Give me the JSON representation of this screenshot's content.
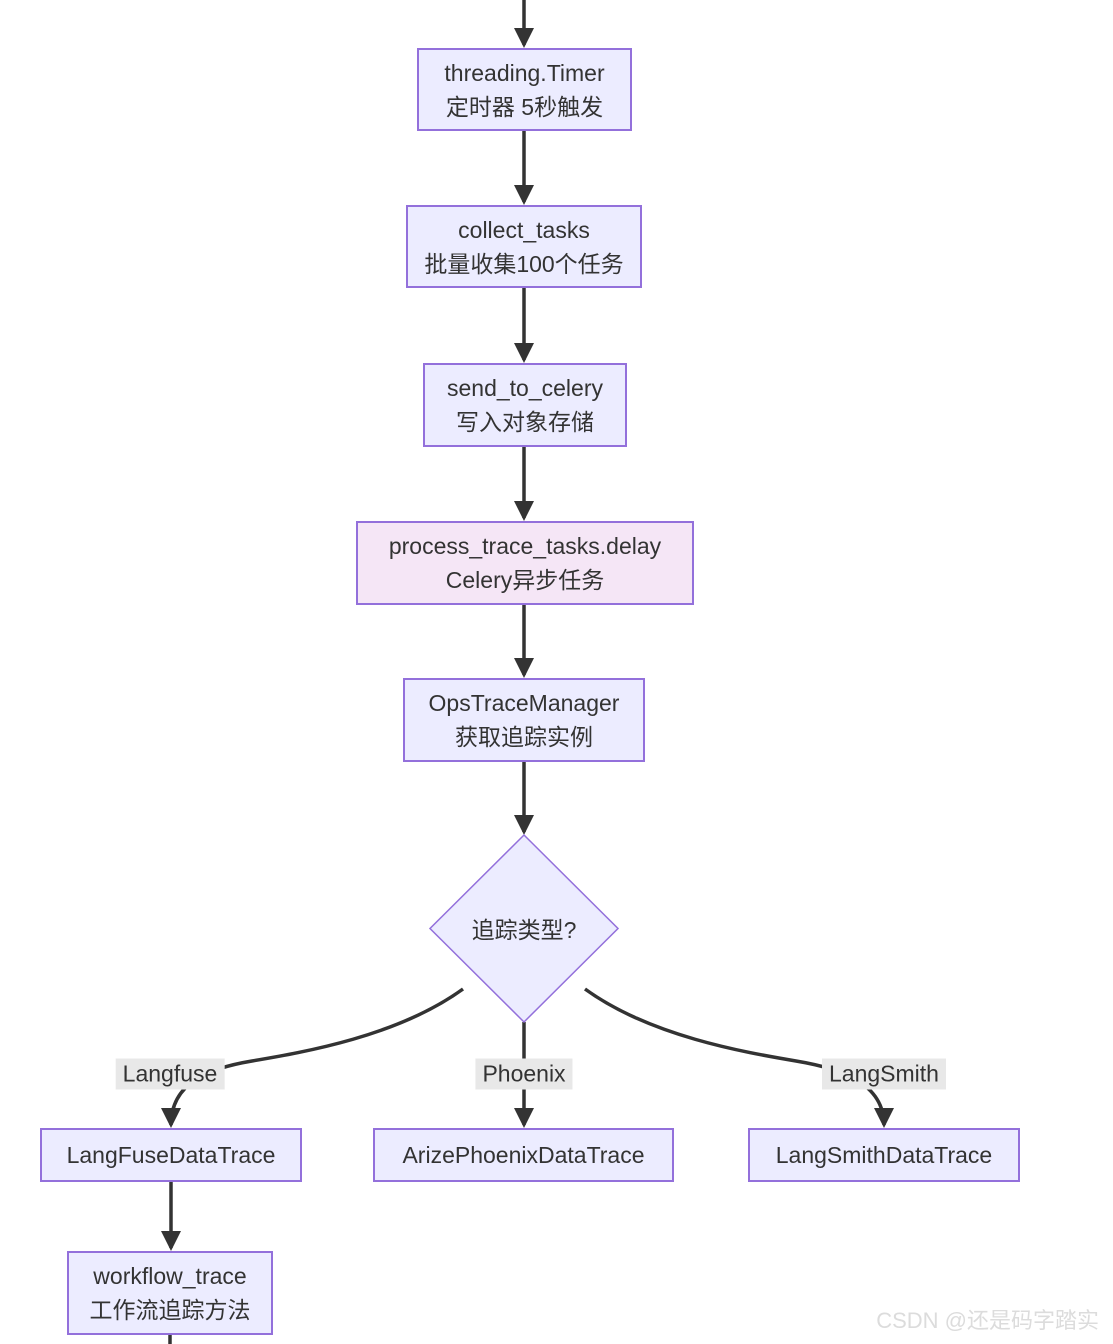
{
  "watermark": "CSDN @还是码字踏实",
  "colors": {
    "node_fill": "#ECECFF",
    "node_border": "#9370DB",
    "special_fill": "#F5E6F6",
    "label_bg": "#E8E8E8",
    "edge_color": "#333333",
    "text_color": "#333333",
    "watermark_color": "#DCDCDC"
  },
  "nodes": {
    "timer": {
      "line1": "threading.Timer",
      "line2": "定时器 5秒触发"
    },
    "collect": {
      "line1": "collect_tasks",
      "line2": "批量收集100个任务"
    },
    "send": {
      "line1": "send_to_celery",
      "line2": "写入对象存储"
    },
    "process": {
      "line1": "process_trace_tasks.delay",
      "line2": "Celery异步任务"
    },
    "manager": {
      "line1": "OpsTraceManager",
      "line2": "获取追踪实例"
    },
    "decision": {
      "label": "追踪类型?"
    },
    "langfuse_trace": {
      "label": "LangFuseDataTrace"
    },
    "phoenix_trace": {
      "label": "ArizePhoenixDataTrace"
    },
    "langsmith_trace": {
      "label": "LangSmithDataTrace"
    },
    "workflow": {
      "line1": "workflow_trace",
      "line2": "工作流追踪方法"
    }
  },
  "edge_labels": {
    "langfuse": "Langfuse",
    "phoenix": "Phoenix",
    "langsmith": "LangSmith"
  },
  "edges": [
    {
      "from": "(top)",
      "to": "timer",
      "label": ""
    },
    {
      "from": "timer",
      "to": "collect",
      "label": ""
    },
    {
      "from": "collect",
      "to": "send",
      "label": ""
    },
    {
      "from": "send",
      "to": "process",
      "label": ""
    },
    {
      "from": "process",
      "to": "manager",
      "label": ""
    },
    {
      "from": "manager",
      "to": "decision",
      "label": ""
    },
    {
      "from": "decision",
      "to": "langfuse_trace",
      "label": "Langfuse"
    },
    {
      "from": "decision",
      "to": "phoenix_trace",
      "label": "Phoenix"
    },
    {
      "from": "decision",
      "to": "langsmith_trace",
      "label": "LangSmith"
    },
    {
      "from": "langfuse_trace",
      "to": "workflow",
      "label": ""
    },
    {
      "from": "workflow",
      "to": "(bottom)",
      "label": ""
    }
  ]
}
